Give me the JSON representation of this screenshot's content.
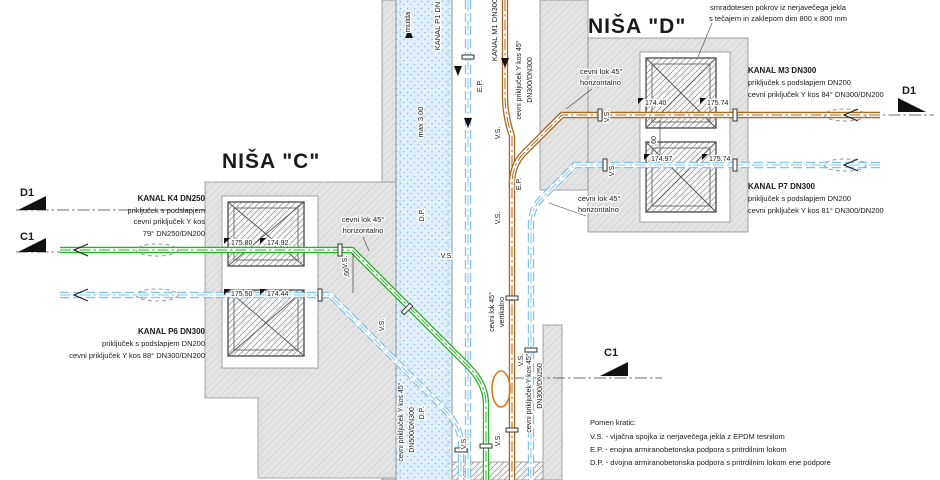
{
  "titles": {
    "c": "NIŠA \"C\"",
    "d": "NIŠA \"D\""
  },
  "markers": {
    "d1": "D1",
    "c1": "C1"
  },
  "note_d": {
    "l1": "smradotesen pokrov iz nerjavečega jekla",
    "l2": "s tečajem in zaklepom dim 800 x 800 mm"
  },
  "kanal_k4": {
    "l1": "KANAL K4 DN250",
    "l2": "priključek s podslapjem",
    "l3": "cevni priključek Y kos",
    "l4": "79° DN250/DN200"
  },
  "kanal_p6": {
    "l1": "KANAL P6 DN300",
    "l2": "priključek s podslapjem DN200",
    "l3": "cevni priključek Y kos 88° DN300/DN200"
  },
  "kanal_m3": {
    "l1": "KANAL M3 DN300",
    "l2": "priključek s podslapjem DN200",
    "l3": "cevni priključek Y kos 84° DN300/DN200"
  },
  "kanal_p7": {
    "l1": "KANAL P7 DN300",
    "l2": "priključek s podslapjem DN200",
    "l3": "cevni priključek Y kos 81° DN300/DN200"
  },
  "bend_h": {
    "l1": "cevni lok 45°",
    "l2": "horizontalno"
  },
  "bend_v": {
    "l1": "cevni lok 45°",
    "l2": "vertikalno"
  },
  "vtext": {
    "mulda": "mulda",
    "kanal_p1": "KANAL P1 DN",
    "kanal_m1": "KANAL M1 DN300",
    "y45": "cevni priključek Y kos 45°",
    "dn300_300": "DN300/DN300",
    "max3": "max 3.00",
    "dn500_300": "DN500/DN300",
    "dn300_250": "DN300/DN250"
  },
  "elev": {
    "e1": "175.80",
    "e2": "174.92",
    "e3": "175.50",
    "e4": "174.44",
    "e5": "174.40",
    "e6": "175.74",
    "e7": "174.97",
    "e8": "175.74"
  },
  "dim60": ",60",
  "abbr": {
    "vs": "V.S.",
    "ep": "E.P.",
    "dp": "D.P."
  },
  "legend": {
    "title": "Pomen kratic:",
    "vs": "V.S. - vijačna spojka iz nerjavečega jekla z EPDM tesnilom",
    "ep": "E.P. - enojna armiranobetonska podpora s pritrdilnim lokom",
    "dp": "D.P. - dvojna armiranobetonska podpora s pritrdilnim lokom ene podpore"
  },
  "colors": {
    "green": "#2ab12a",
    "blue": "#85c4ec",
    "brown": "#a9681e",
    "orange": "#e07818",
    "concrete": "#e4e4e4",
    "water": "#e2f0fa"
  }
}
